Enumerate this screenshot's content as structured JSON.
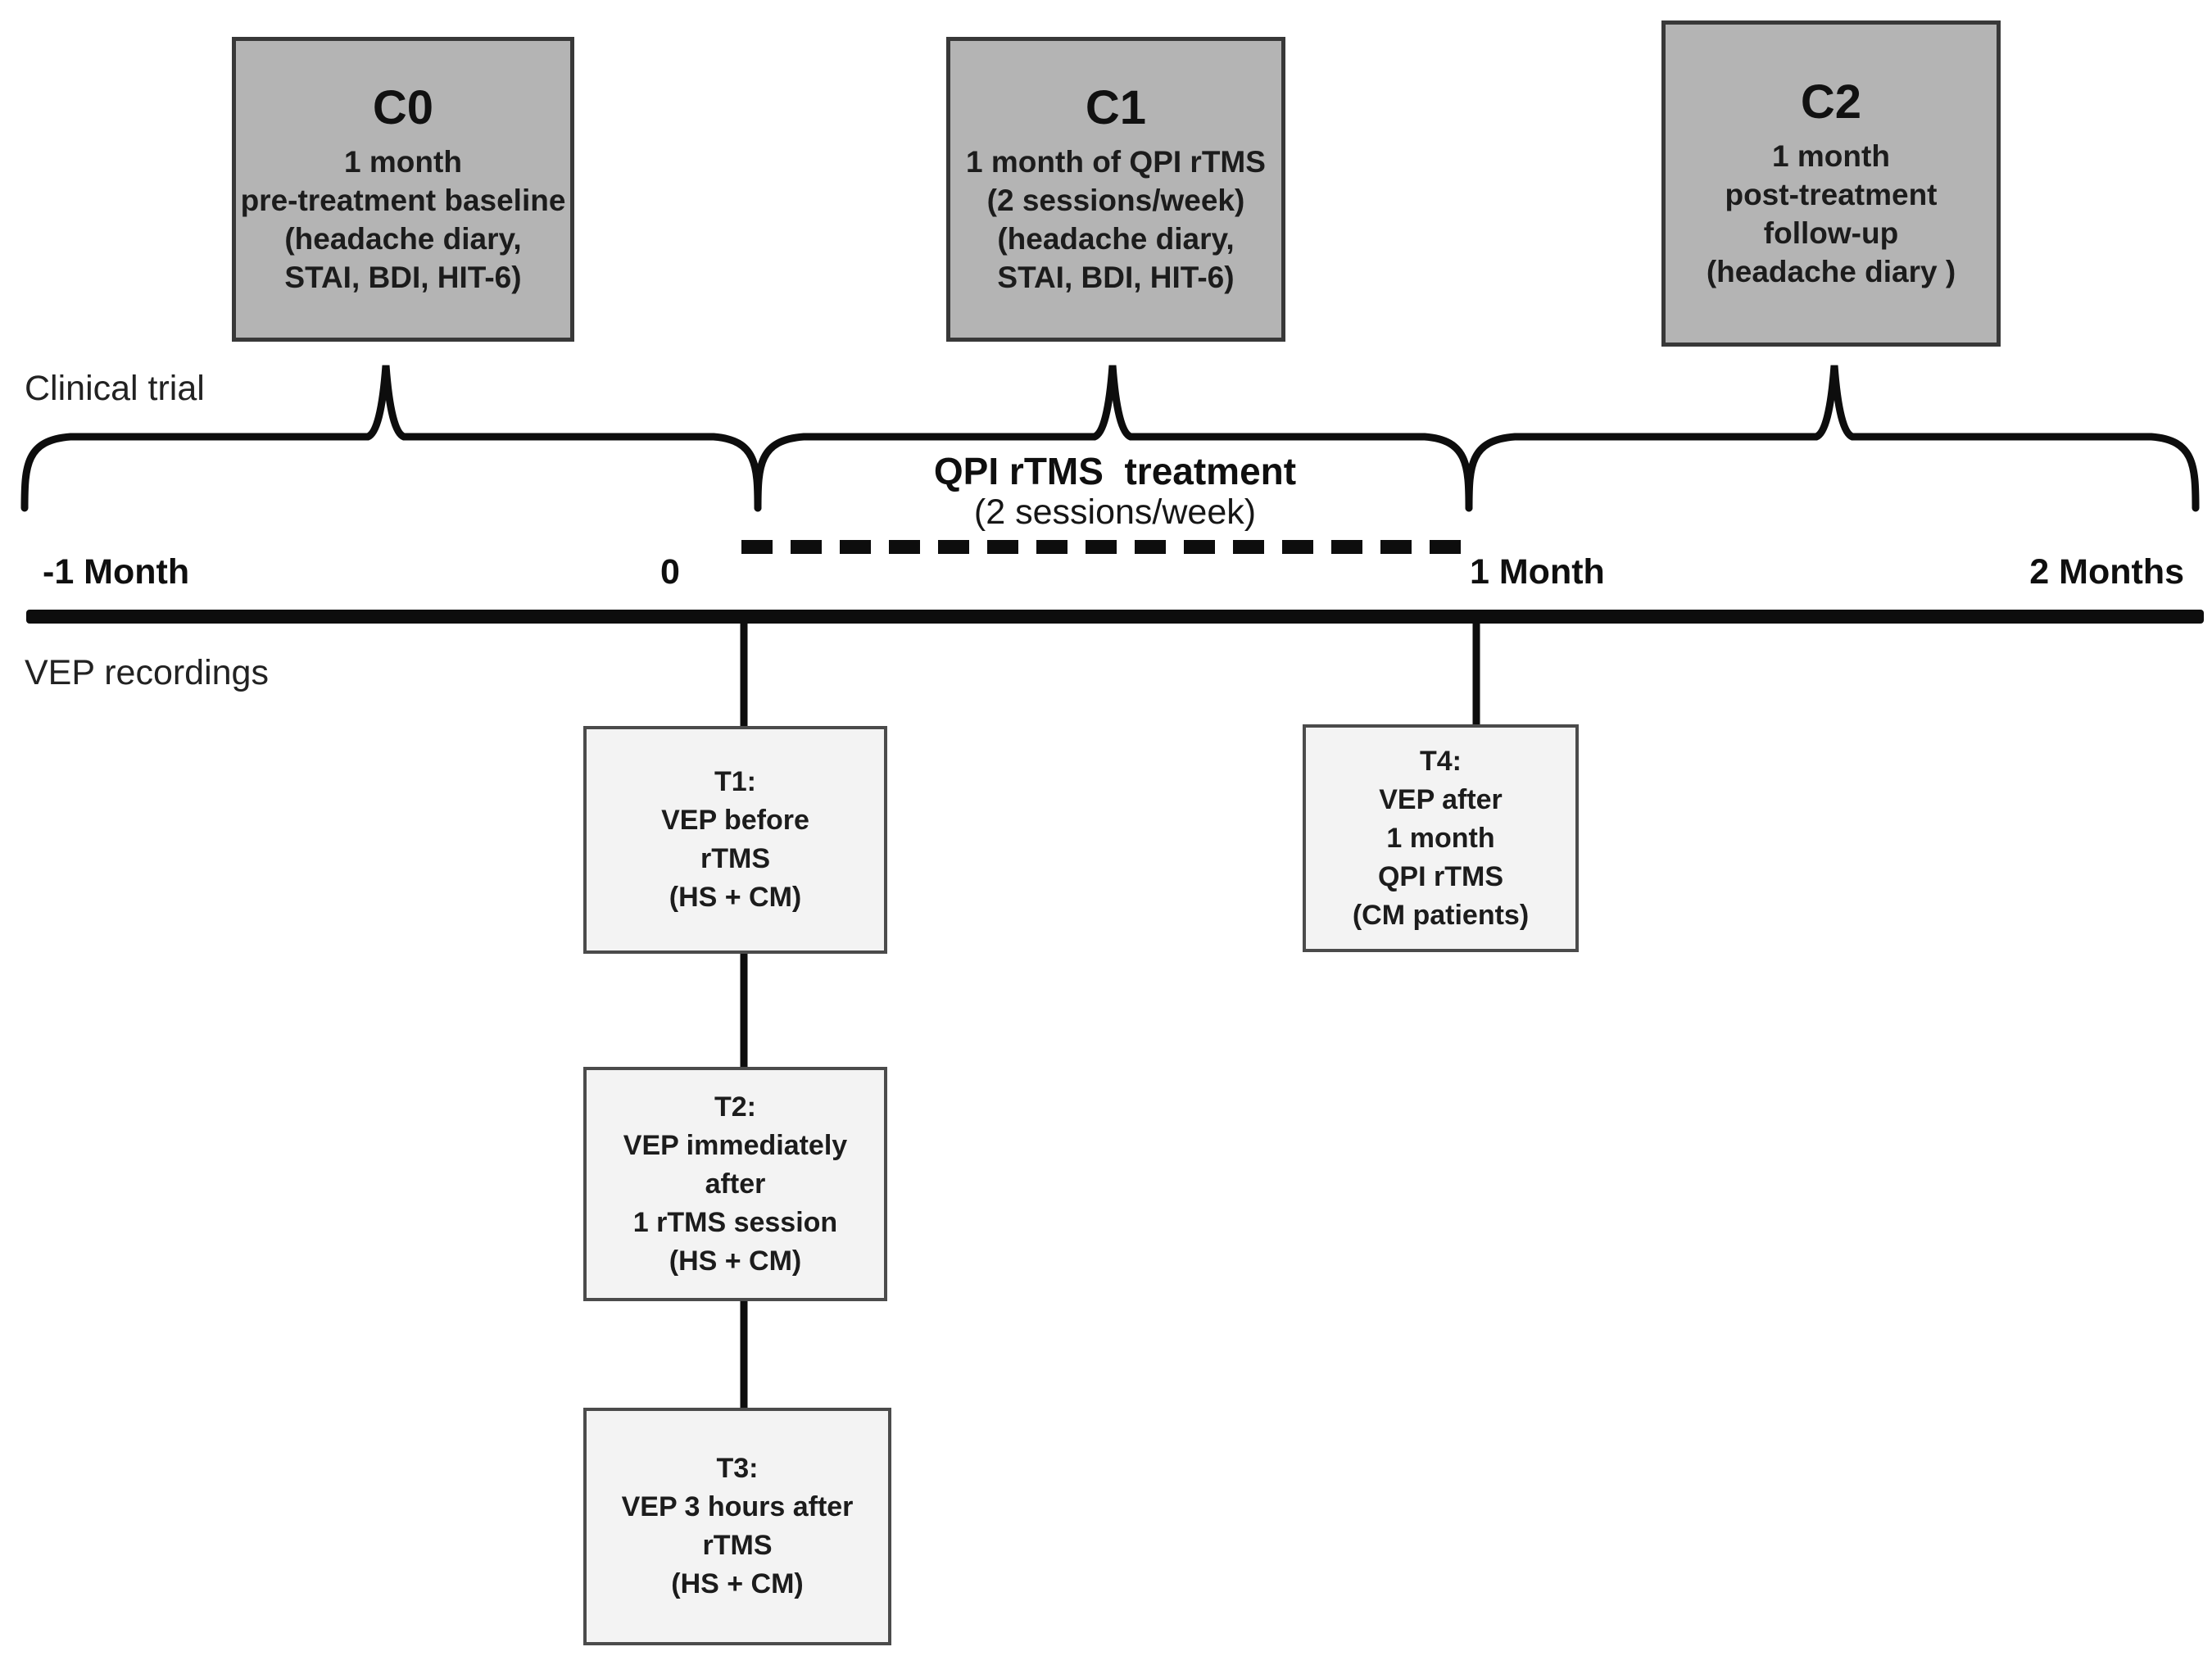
{
  "labels": {
    "clinical_trial": "Clinical trial",
    "vep_recordings": "VEP recordings",
    "treatment_title": "QPI rTMS  treatment",
    "treatment_subtitle": "(2 sessions/week)"
  },
  "timeline": {
    "ticks": [
      "-1 Month",
      "0",
      "1 Month",
      "2 Months"
    ]
  },
  "clinical_boxes": [
    {
      "title": "C0",
      "lines": [
        "1 month",
        "pre-treatment baseline",
        "(headache diary,",
        "STAI, BDI, HIT-6)"
      ]
    },
    {
      "title": "C1",
      "lines": [
        "1 month of QPI rTMS",
        "(2 sessions/week)",
        "(headache diary,",
        "STAI, BDI, HIT-6)"
      ]
    },
    {
      "title": "C2",
      "lines": [
        "1 month",
        "post-treatment",
        "follow-up",
        "(headache diary )"
      ]
    }
  ],
  "vep_boxes": [
    {
      "title": "T1:",
      "lines": [
        "VEP before",
        "rTMS",
        "(HS + CM)"
      ]
    },
    {
      "title": "T2:",
      "lines": [
        "VEP immediately",
        "after",
        "1 rTMS session",
        "(HS + CM)"
      ]
    },
    {
      "title": "T3:",
      "lines": [
        "VEP 3 hours after",
        "rTMS",
        "(HS + CM)"
      ]
    },
    {
      "title": "T4:",
      "lines": [
        "VEP after",
        "1 month",
        "QPI rTMS",
        "(CM patients)"
      ]
    }
  ],
  "colors": {
    "clinical_box_fill": "#b4b4b4",
    "clinical_box_border": "#383838",
    "vep_box_fill": "#f3f3f3",
    "vep_box_border": "#4b4b4b",
    "line": "#0d0d0d",
    "text": "#1c1c1c"
  }
}
